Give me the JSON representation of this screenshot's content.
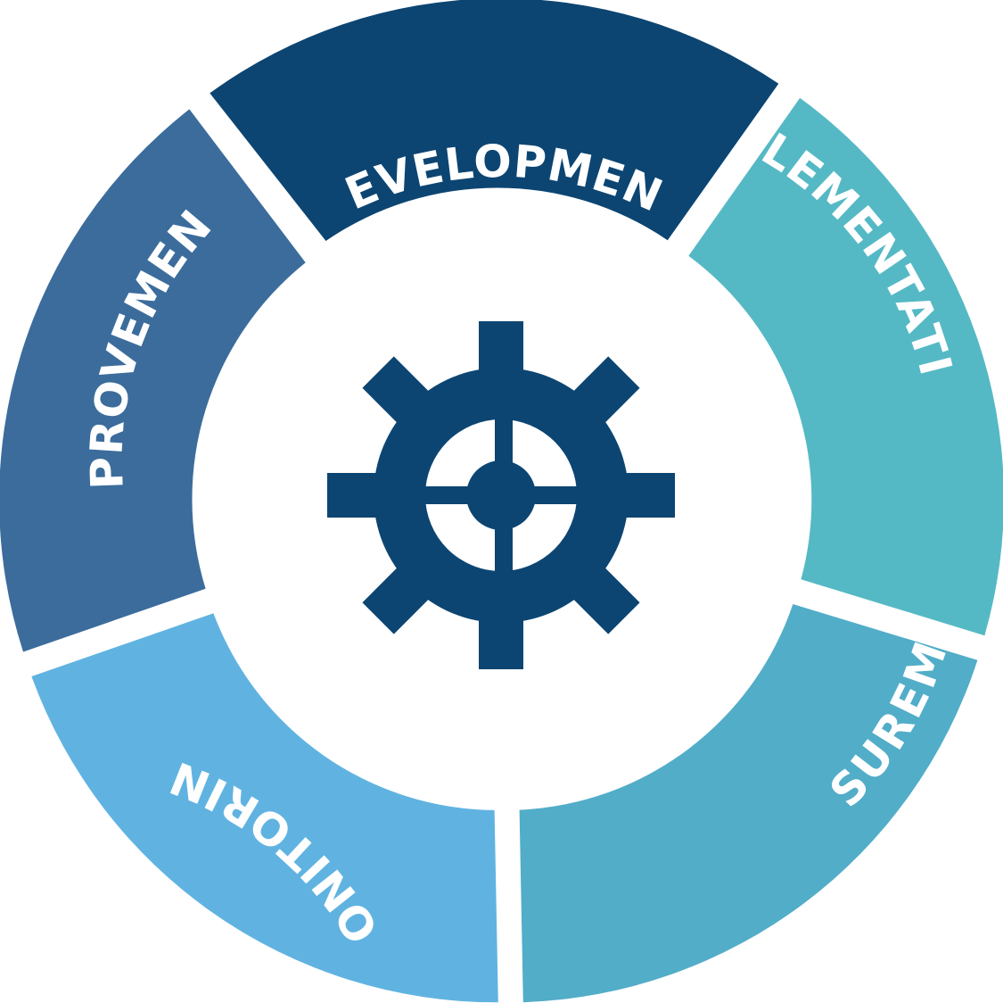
{
  "diagram": {
    "segments": [
      {
        "id": "development",
        "label": "DEVELOPMENT",
        "color": "#0c4572"
      },
      {
        "id": "implementation",
        "label": "IMPLEMENTATION",
        "color": "#55b9c5"
      },
      {
        "id": "measurement",
        "label": "MEASUREMENT",
        "color": "#52adc8"
      },
      {
        "id": "monitoring",
        "label": "MONITORING",
        "color": "#60b3e1"
      },
      {
        "id": "improvement",
        "label": "IMPROVEMENT",
        "color": "#3b6c9c"
      }
    ],
    "center_icon": {
      "name": "gear-icon",
      "color": "#0c4572"
    }
  }
}
